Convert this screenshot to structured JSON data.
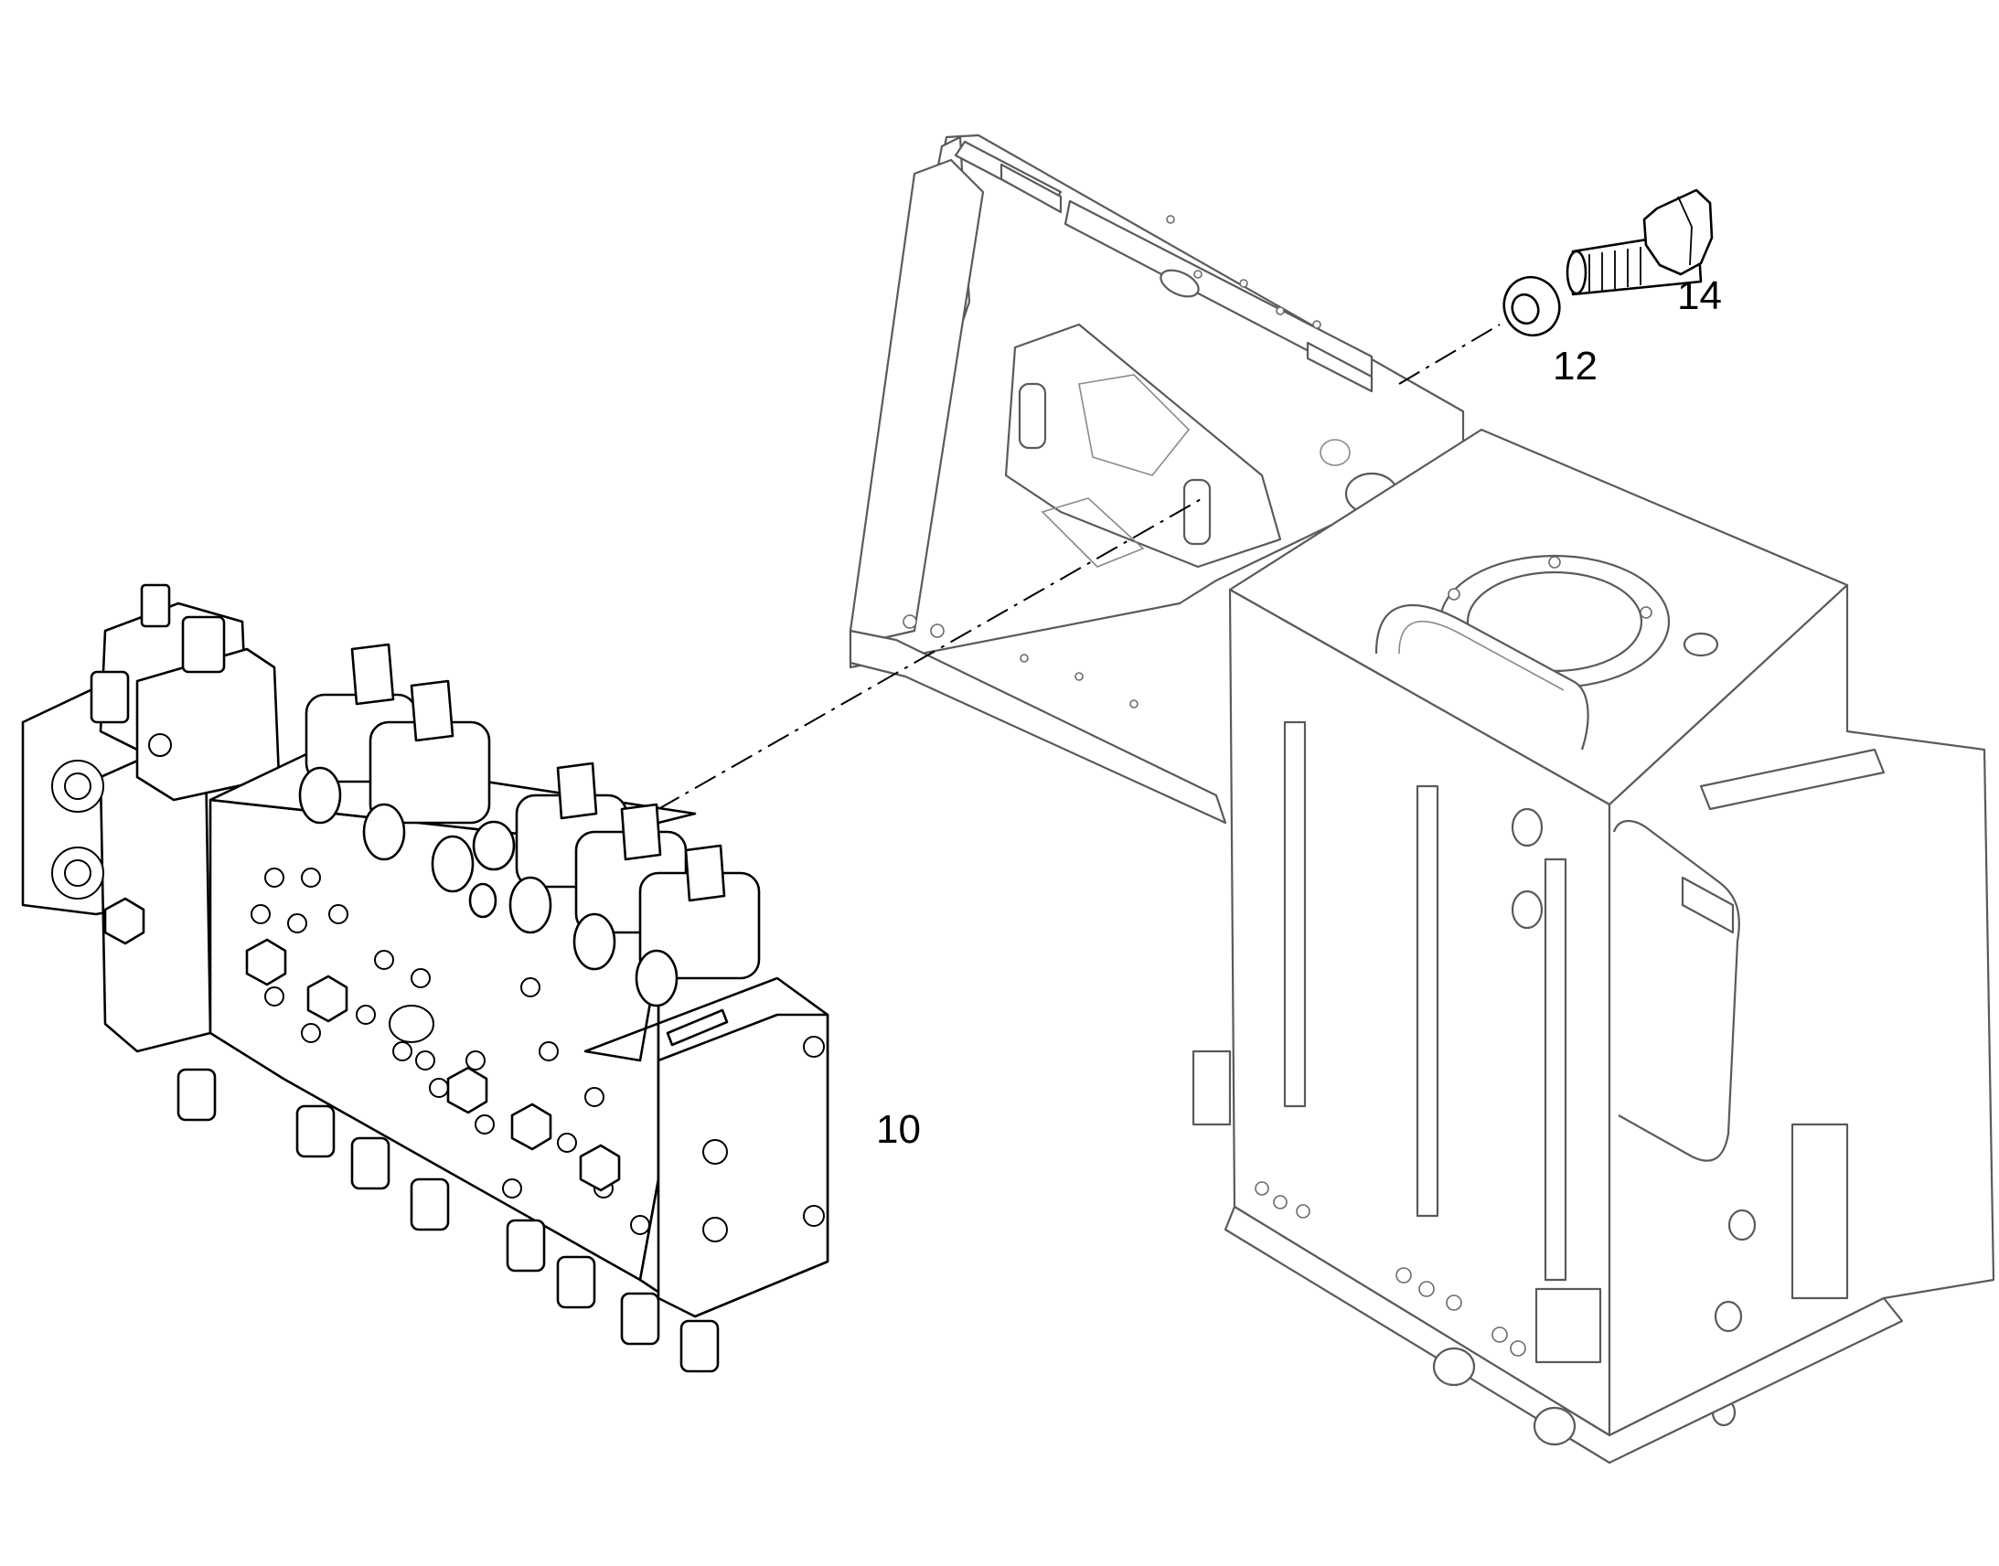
{
  "diagram": {
    "callouts": [
      {
        "id": "10",
        "text": "10"
      },
      {
        "id": "12",
        "text": "12"
      },
      {
        "id": "14",
        "text": "14"
      }
    ],
    "parts": [
      {
        "callout": "10",
        "icon": "control-valve-block-icon"
      },
      {
        "callout": "12",
        "icon": "washer-icon"
      },
      {
        "callout": "14",
        "icon": "hex-bolt-icon"
      }
    ],
    "colors": {
      "line": "#000000",
      "frame": "#5a5a5a",
      "background": "#ffffff"
    }
  }
}
